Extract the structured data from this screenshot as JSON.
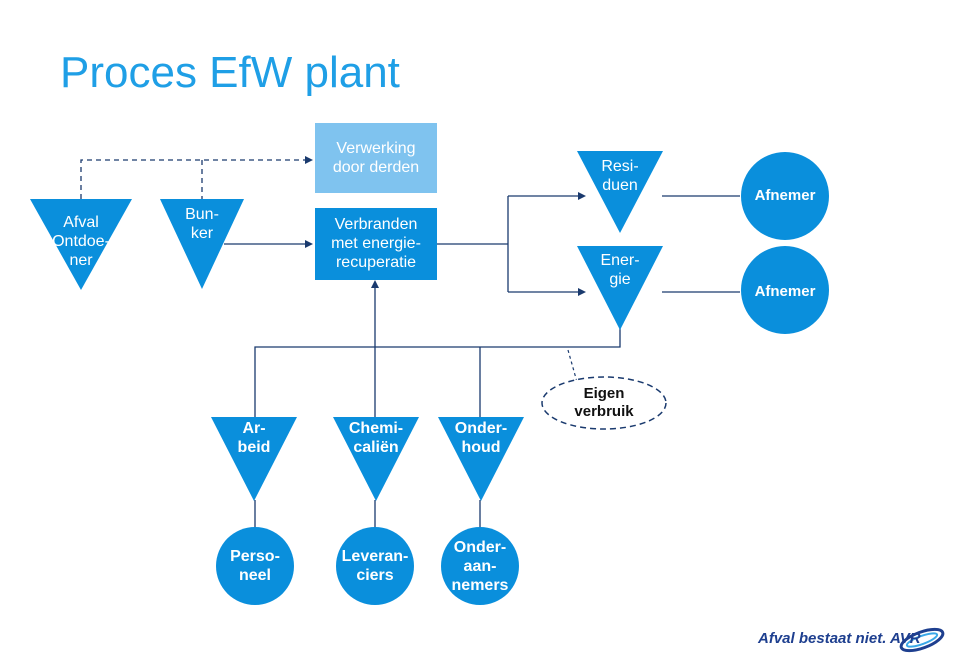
{
  "title": "Proces EfW plant",
  "nodes": {
    "afval_ontdoener": "Afval\nOntdoe-\nner",
    "bunker": "Bun-\nker",
    "verwerking": "Verwerking\ndoor derden",
    "verbranden": "Verbranden\nmet energie-\nrecuperatie",
    "residuen": "Resi-\nduen",
    "energie": "Ener-\ngie",
    "afnemer_top": "Afnemer",
    "afnemer_bottom": "Afnemer",
    "arbeid": "Ar-\nbeid",
    "chemicalien": "Chemi-\ncaliën",
    "onderhoud": "Onder-\nhoud",
    "eigen_verbruik": "Eigen\nverbruik",
    "personeel": "Perso-\nneel",
    "leveranciers": "Leveran-\nciers",
    "onderaannemers": "Onder-\naan-\nnemers"
  },
  "logo": {
    "text": "Afval bestaat niet. AVR"
  },
  "colors": {
    "primary": "#0a8fdc",
    "light": "#7fc3ef",
    "line": "#1a3a6e",
    "title": "#1f9fe6",
    "logo": "#1e3f8f"
  }
}
